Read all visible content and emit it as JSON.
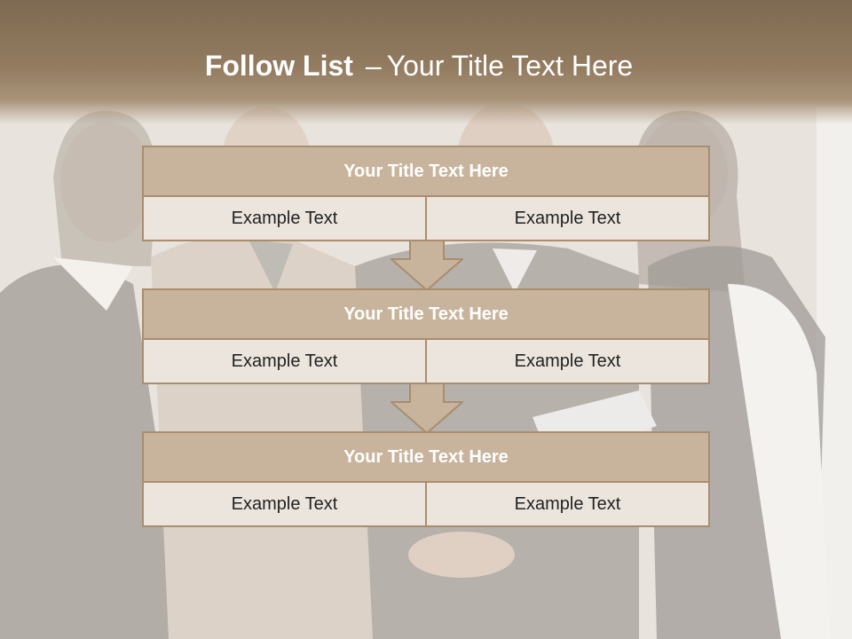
{
  "slide": {
    "title_bold": "Follow List",
    "title_sep": "–",
    "title_rest": "Your Title Text Here"
  },
  "steps": [
    {
      "title": "Your Title Text Here",
      "left": "Example Text",
      "right": "Example Text"
    },
    {
      "title": "Your Title Text Here",
      "left": "Example Text",
      "right": "Example Text"
    },
    {
      "title": "Your Title Text Here",
      "left": "Example Text",
      "right": "Example Text"
    }
  ],
  "colors": {
    "header": "#8a7459",
    "box_head": "#c8b49c",
    "box_border": "#a98d6f",
    "box_body": "#ebe5dd",
    "arrow_fill": "#c8b49c"
  }
}
